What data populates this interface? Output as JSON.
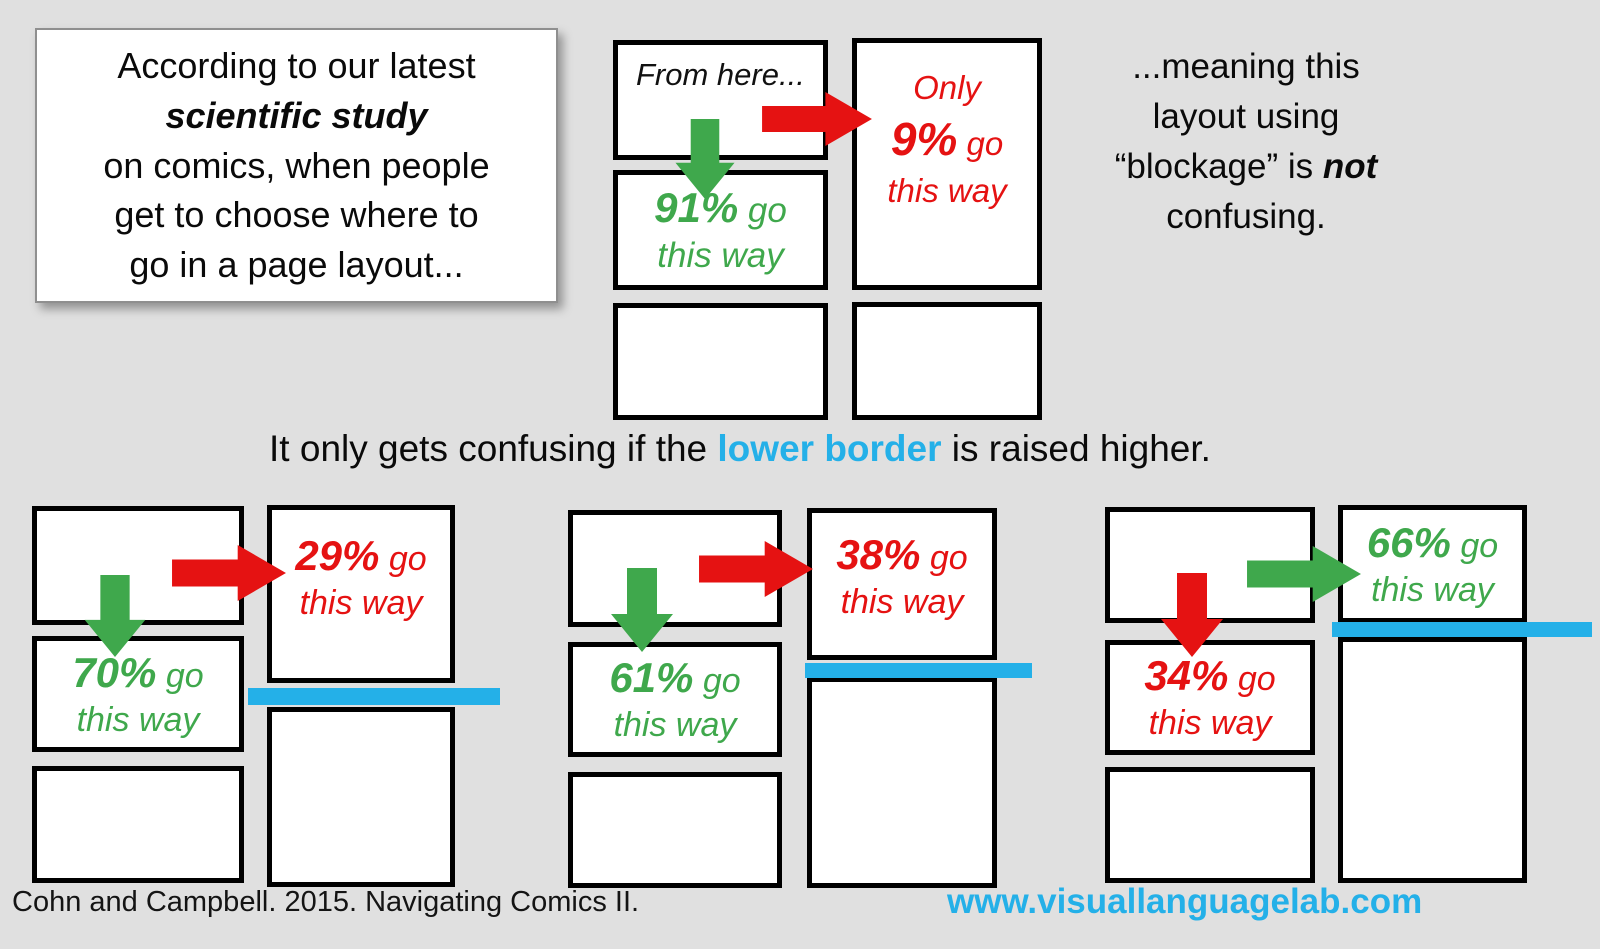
{
  "colors": {
    "background": "#E0E0E0",
    "green": "#3FA84C",
    "red": "#E51212",
    "cyan": "#24B0E8",
    "panel_border": "#000000",
    "text_black": "#0A0A0A"
  },
  "intro_box": {
    "line1": "According to our latest",
    "emphasis": "scientific study",
    "line2": "on comics, when people",
    "line3": "get to choose where to",
    "line4": "go in a page layout..."
  },
  "top_diagram": {
    "from_label": "From here...",
    "down_label": {
      "pct": "91%",
      "word": "go",
      "line2": "this way",
      "color": "#3FA84C"
    },
    "right_label": {
      "intro": "Only",
      "pct": "9%",
      "word": "go",
      "line2": "this way",
      "color": "#E51212"
    },
    "down_arrow_color": "#3FA84C",
    "right_arrow_color": "#E51212"
  },
  "meaning_text": {
    "line1": "...meaning this",
    "line2": "layout using",
    "line3_pre": "“blockage” is",
    "line3_bold": "not",
    "line4": "confusing."
  },
  "heading": {
    "pre": "It only gets confusing if the",
    "highlight": "lower border",
    "post": "is raised higher.",
    "highlight_color": "#24B0E8"
  },
  "bottom_diagrams": [
    {
      "down": {
        "pct": "70%",
        "word": "go",
        "line2": "this way",
        "color": "#3FA84C"
      },
      "right": {
        "pct": "29%",
        "word": "go",
        "line2": "this way",
        "color": "#E51212"
      }
    },
    {
      "down": {
        "pct": "61%",
        "word": "go",
        "line2": "this way",
        "color": "#3FA84C"
      },
      "right": {
        "pct": "38%",
        "word": "go",
        "line2": "this way",
        "color": "#E51212"
      }
    },
    {
      "down": {
        "pct": "34%",
        "word": "go",
        "line2": "this way",
        "color": "#E51212"
      },
      "right": {
        "pct": "66%",
        "word": "go",
        "line2": "this way",
        "color": "#3FA84C"
      }
    }
  ],
  "footer": {
    "citation": "Cohn and Campbell. 2015. Navigating Comics II.",
    "website": "www.visuallanguagelab.com",
    "website_color": "#24B0E8"
  }
}
